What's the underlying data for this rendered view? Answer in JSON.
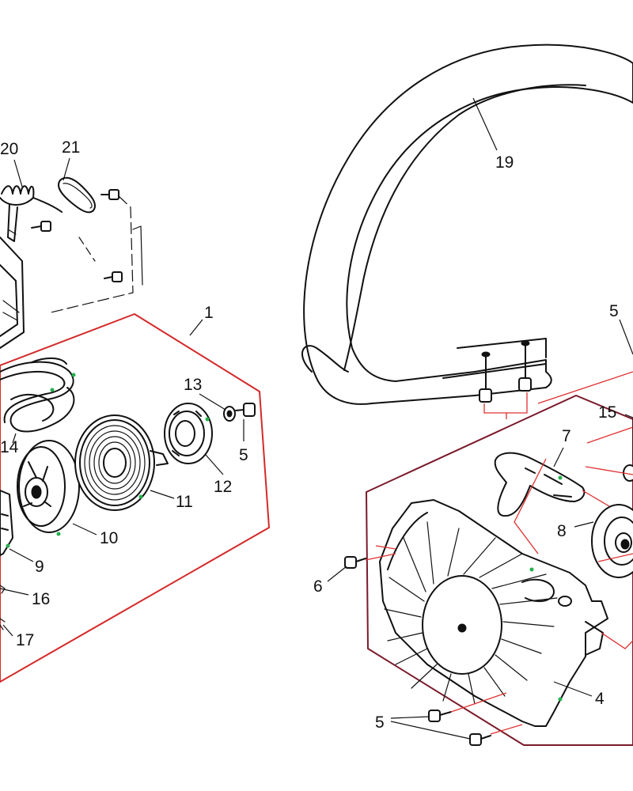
{
  "colors": {
    "assembly_outline_left": "#d42a2a",
    "assembly_outline_right": "#7a1a2a",
    "exploded_view_lines": "#e03030",
    "ink": "#111111",
    "accent_dots": "#22b14c"
  },
  "part_labels": {
    "p1": "1",
    "p4": "4",
    "p5_cover": "5",
    "p5_handle": "5",
    "p5_bottom": "5",
    "p6": "6",
    "p7": "7",
    "p8": "8",
    "p9": "9",
    "p10": "10",
    "p11": "11",
    "p12": "12",
    "p13": "13",
    "p14": "14",
    "p15": "15",
    "p16": "16",
    "p17": "17",
    "p19": "19",
    "p20": "20",
    "p21": "21"
  }
}
